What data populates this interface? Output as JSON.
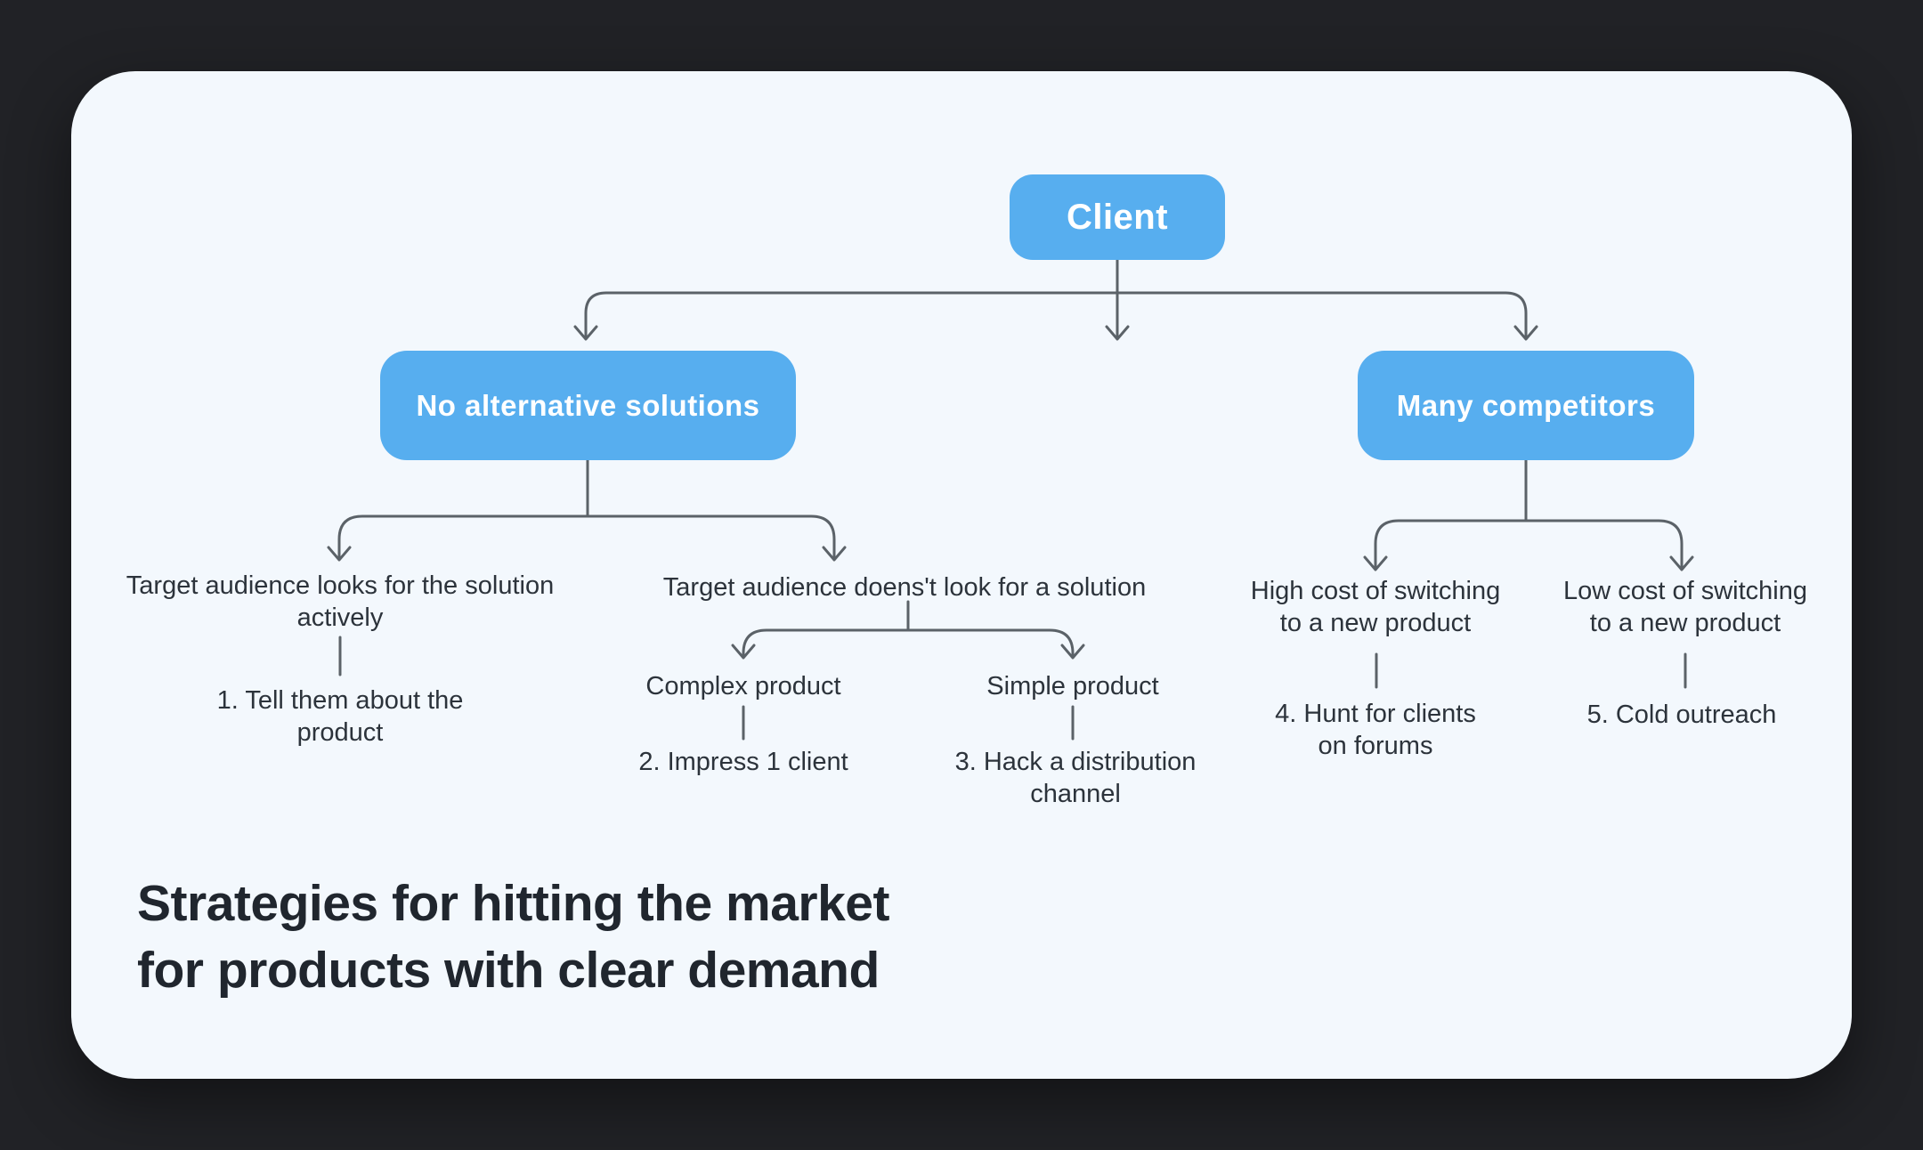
{
  "title": {
    "line1": "Strategies for hitting the market",
    "line2": "for products with clear demand"
  },
  "tree": {
    "root": "Client",
    "left_branch": "No alternative solutions",
    "right_branch": "Many competitors",
    "conditions": {
      "active_search": {
        "line1": "Target audience looks for the solution",
        "line2": "actively"
      },
      "no_search": "Target audience doens't look for a solution",
      "complex_product": "Complex product",
      "simple_product": "Simple product",
      "high_switching_cost": {
        "line1": "High cost of switching",
        "line2": "to a new product"
      },
      "low_switching_cost": {
        "line1": "Low cost of switching",
        "line2": "to a new product"
      }
    },
    "strategies": {
      "s1": {
        "line1": "1. Tell them about the",
        "line2": "product"
      },
      "s2": "2. Impress 1 client",
      "s3": {
        "line1": "3. Hack a distribution",
        "line2": "channel"
      },
      "s4": {
        "line1": "4. Hunt for clients",
        "line2": "on forums"
      },
      "s5": "5. Cold outreach"
    }
  },
  "colors": {
    "background": "#212226",
    "card": "#f3f8fd",
    "node_blue": "#57aeef",
    "node_text": "#ffffff",
    "line": "#5b6268",
    "text": "#2c333b",
    "title": "#20262e"
  }
}
